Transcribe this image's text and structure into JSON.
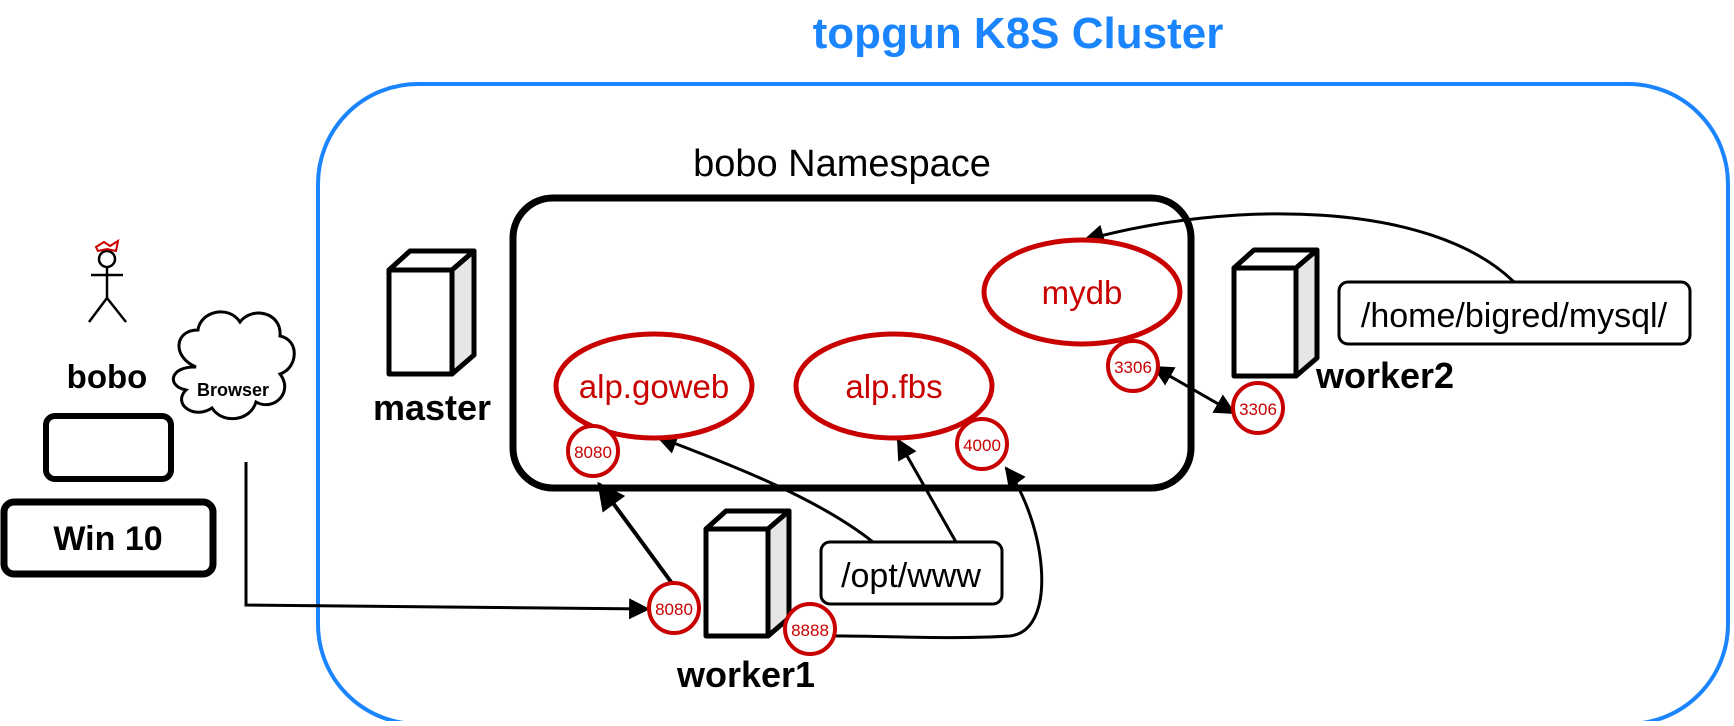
{
  "cluster": {
    "title": "topgun K8S Cluster",
    "color": "#1a85ff"
  },
  "namespace": {
    "title": "bobo Namespace"
  },
  "user": {
    "name": "bobo",
    "os": "Win 10",
    "browser": "Browser"
  },
  "nodes": {
    "master": "master",
    "worker1": "worker1",
    "worker2": "worker2"
  },
  "pods": {
    "goweb": "alp.goweb",
    "fbs": "alp.fbs",
    "mydb": "mydb"
  },
  "ports": {
    "goweb": "8080",
    "fbs": "4000",
    "mydb": "3306",
    "worker1_goweb": "8080",
    "worker1_fbs": "8888",
    "worker2_mydb": "3306"
  },
  "volumes": {
    "worker1": "/opt/www",
    "worker2": "/home/bigred/mysql/"
  },
  "colors": {
    "pod": "#c80000",
    "line": "#000000"
  }
}
